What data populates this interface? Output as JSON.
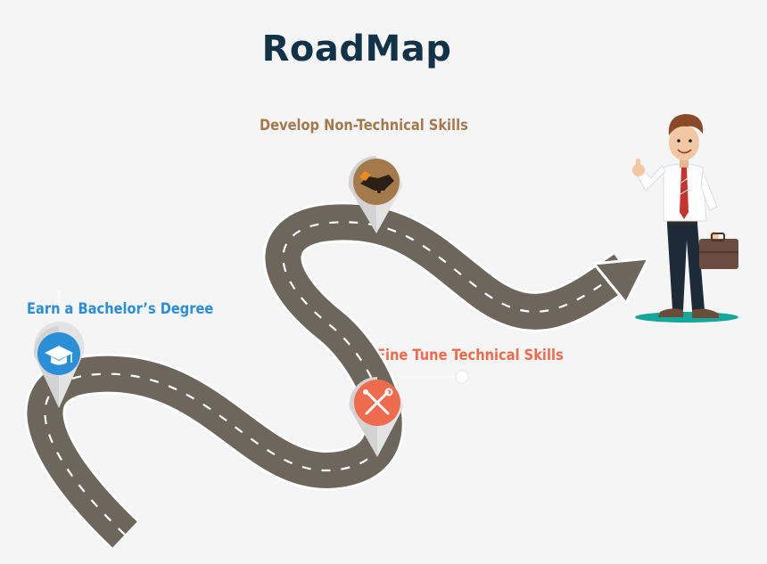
{
  "page": {
    "title": "RoadMap"
  },
  "milestones": [
    {
      "label": "Earn a Bachelor’s Degree",
      "icon": "graduation-cap-icon",
      "color": "#2a8fd6"
    },
    {
      "label": "Develop Non-Technical  Skills",
      "icon": "handshake-icon",
      "color": "#a47a4c"
    },
    {
      "label": "Fine Tune Technical Skills",
      "icon": "wrench-screwdriver-icon",
      "color": "#ef6b4e"
    }
  ],
  "colors": {
    "title": "#123347",
    "road": "#6c665d",
    "road_edge": "#ffffff",
    "pin_body": "#e3e3e3",
    "degree": "#2a8fd6",
    "soft_skills": "#a47a4c",
    "technical": "#ef6b4e"
  },
  "figure": {
    "name": "businessman-with-briefcase",
    "icon": "businessman-icon"
  }
}
